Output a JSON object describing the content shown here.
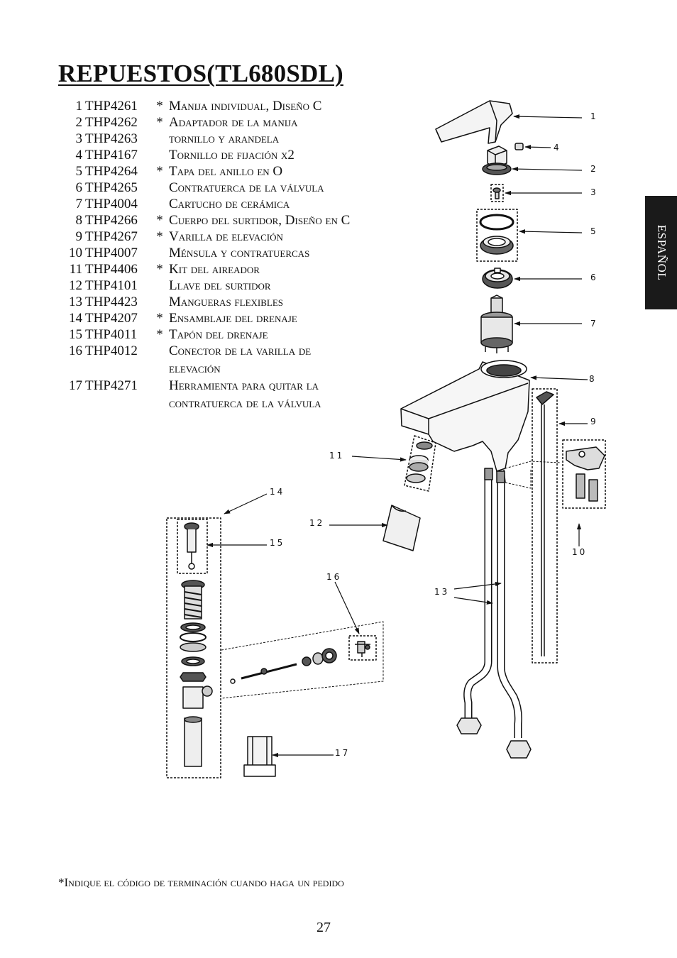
{
  "title": "REPUESTOS(TL680SDL)",
  "side_tab": "ESPAÑOL",
  "parts": [
    {
      "num": "1",
      "code": "THP4261",
      "star": "*",
      "desc": [
        "Manija individual, Diseño C"
      ]
    },
    {
      "num": "2",
      "code": "THP4262",
      "star": "*",
      "desc": [
        "Adaptador de la manija"
      ]
    },
    {
      "num": "3",
      "code": "THP4263",
      "star": "",
      "desc": [
        "tornillo y arandela"
      ]
    },
    {
      "num": "4",
      "code": "THP4167",
      "star": "",
      "desc": [
        "Tornillo de fijación x2"
      ]
    },
    {
      "num": "5",
      "code": "THP4264",
      "star": "*",
      "desc": [
        "Tapa del anillo en O"
      ]
    },
    {
      "num": "6",
      "code": "THP4265",
      "star": "",
      "desc": [
        "Contratuerca de la válvula"
      ]
    },
    {
      "num": "7",
      "code": "THP4004",
      "star": "",
      "desc": [
        "Cartucho de cerámica"
      ]
    },
    {
      "num": "8",
      "code": "THP4266",
      "star": "*",
      "desc": [
        "Cuerpo del surtidor, Diseño en C"
      ]
    },
    {
      "num": "9",
      "code": "THP4267",
      "star": "*",
      "desc": [
        "Varilla de elevación"
      ]
    },
    {
      "num": "10",
      "code": "THP4007",
      "star": "",
      "desc": [
        "Ménsula y contratuercas"
      ]
    },
    {
      "num": "11",
      "code": "THP4406",
      "star": "*",
      "desc": [
        "Kit del aireador"
      ]
    },
    {
      "num": "12",
      "code": "THP4101",
      "star": "",
      "desc": [
        "Llave del surtidor"
      ]
    },
    {
      "num": "13",
      "code": "THP4423",
      "star": "",
      "desc": [
        "Mangueras flexibles"
      ]
    },
    {
      "num": "14",
      "code": "THP4207",
      "star": "*",
      "desc": [
        "Ensamblaje del drenaje"
      ]
    },
    {
      "num": "15",
      "code": "THP4011",
      "star": "*",
      "desc": [
        "Tapón del drenaje"
      ]
    },
    {
      "num": "16",
      "code": "THP4012",
      "star": "",
      "desc": [
        "Conector de la varilla de",
        "elevación"
      ]
    },
    {
      "num": "17",
      "code": "THP4271",
      "star": "",
      "desc": [
        "Herramienta para quitar la",
        "contratuerca de la válvula"
      ]
    }
  ],
  "callouts": {
    "c1": "1",
    "c2": "2",
    "c3": "3",
    "c4": "4",
    "c5": "5",
    "c6": "6",
    "c7": "7",
    "c8": "8",
    "c9": "9",
    "c10": "10",
    "c11": "11",
    "c12": "12",
    "c13": "13",
    "c14": "14",
    "c15": "15",
    "c16": "16",
    "c17": "17"
  },
  "footnote": "*Indique el código de terminación cuando haga un pedido",
  "page_number": "27"
}
